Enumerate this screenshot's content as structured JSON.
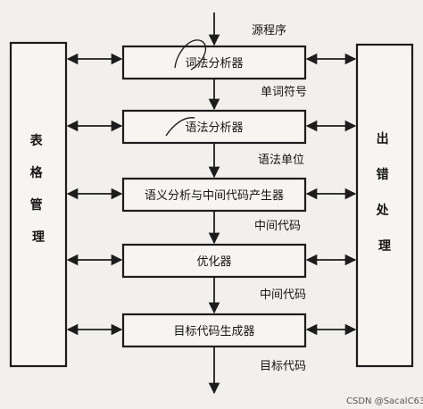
{
  "nodes": {
    "lexer": "词法分析器",
    "parser": "语法分析器",
    "semantic": "语义分析与中间代码产生器",
    "optimizer": "优化器",
    "codegen": "目标代码生成器",
    "table": "表格管理",
    "error": "出错处理"
  },
  "edges": {
    "source": "源程序",
    "words": "单词符号",
    "syntax_units": "语法单位",
    "ir1": "中间代码",
    "ir2": "中间代码",
    "target": "目标代码"
  },
  "watermark": "CSDN @SacalC63"
}
